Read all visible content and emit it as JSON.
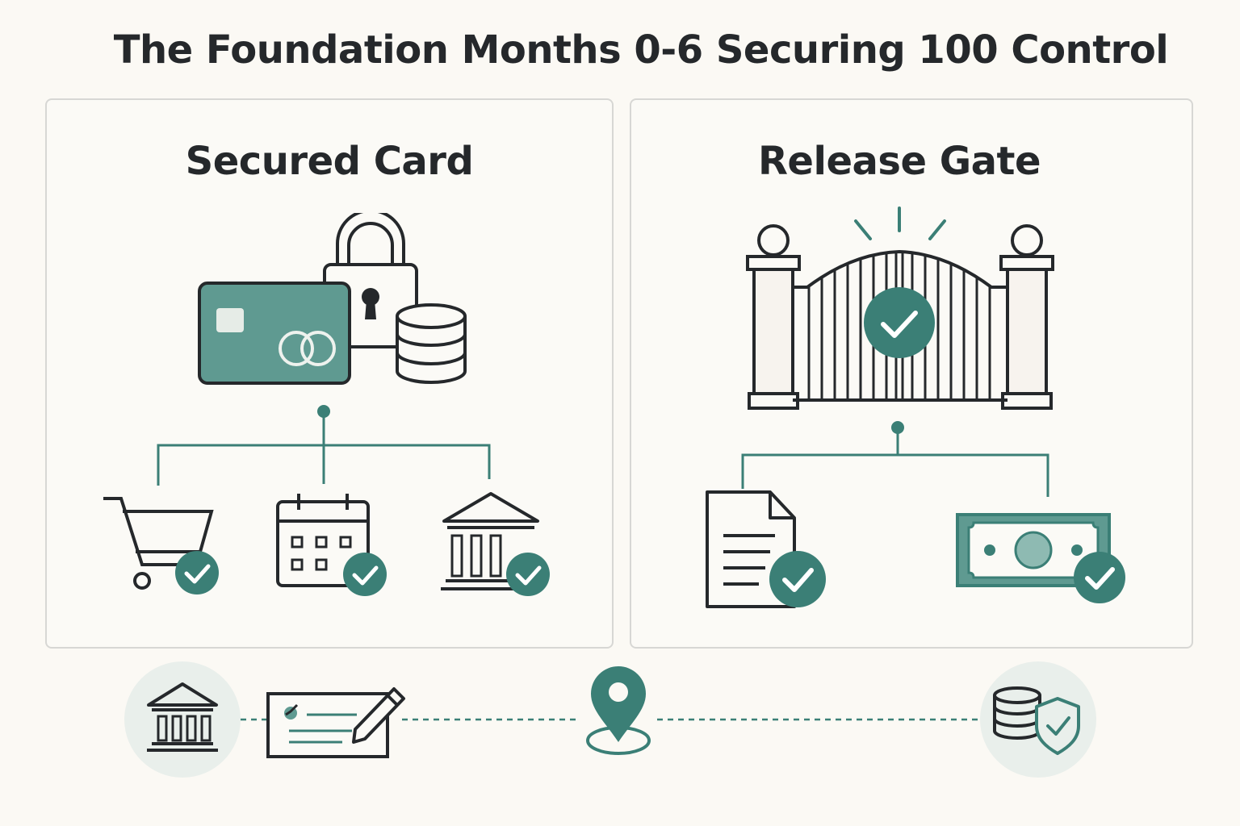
{
  "header": {
    "title": "The Foundation Months 0-6 Securing 100 Control"
  },
  "panels": {
    "left": {
      "title": "Secured Card",
      "children": [
        "shopping-cart-icon",
        "calendar-icon",
        "bank-icon"
      ]
    },
    "right": {
      "title": "Release Gate",
      "children": [
        "document-icon",
        "banknote-icon"
      ]
    }
  },
  "timeline": {
    "steps": [
      "bank-icon",
      "check-signing-icon",
      "location-pin-icon",
      "secure-database-icon"
    ]
  },
  "colors": {
    "accent": "#3b7f76",
    "accent_light": "#5f9a91",
    "ink": "#25282b",
    "circle_bg": "#e9efeb",
    "panel_border": "#d7d7d4",
    "background": "#fbf9f4"
  }
}
